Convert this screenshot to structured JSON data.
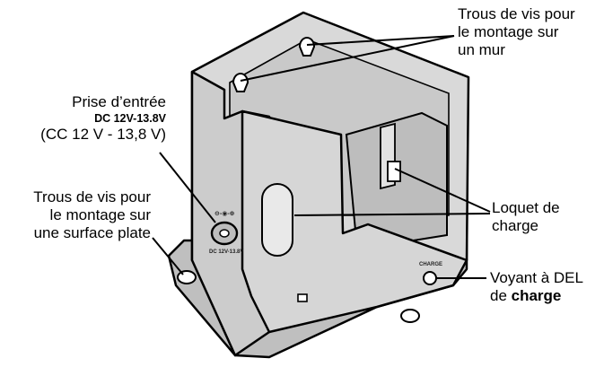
{
  "callouts": {
    "screw_wall": {
      "lines": [
        "Trous de vis pour",
        "le montage sur",
        "un mur"
      ]
    },
    "input_jack": {
      "line1": "Prise d’entrée",
      "line2": "DC 12V-13.8V",
      "line3": "(CC 12 V - 13,8 V)"
    },
    "screw_flat": {
      "lines": [
        "Trous de vis pour",
        "le montage sur",
        "une surface plate"
      ]
    },
    "charge_latch": {
      "lines": [
        "Loquet de",
        "charge"
      ]
    },
    "led": {
      "line1": "Voyant à DEL",
      "prefix": "de ",
      "bold": "charge"
    }
  },
  "device_labels": {
    "jack_rating_1": "DC 12V-13.8V",
    "polarity": "⊖-◉-⊕",
    "charge_led": "CHARGE"
  }
}
